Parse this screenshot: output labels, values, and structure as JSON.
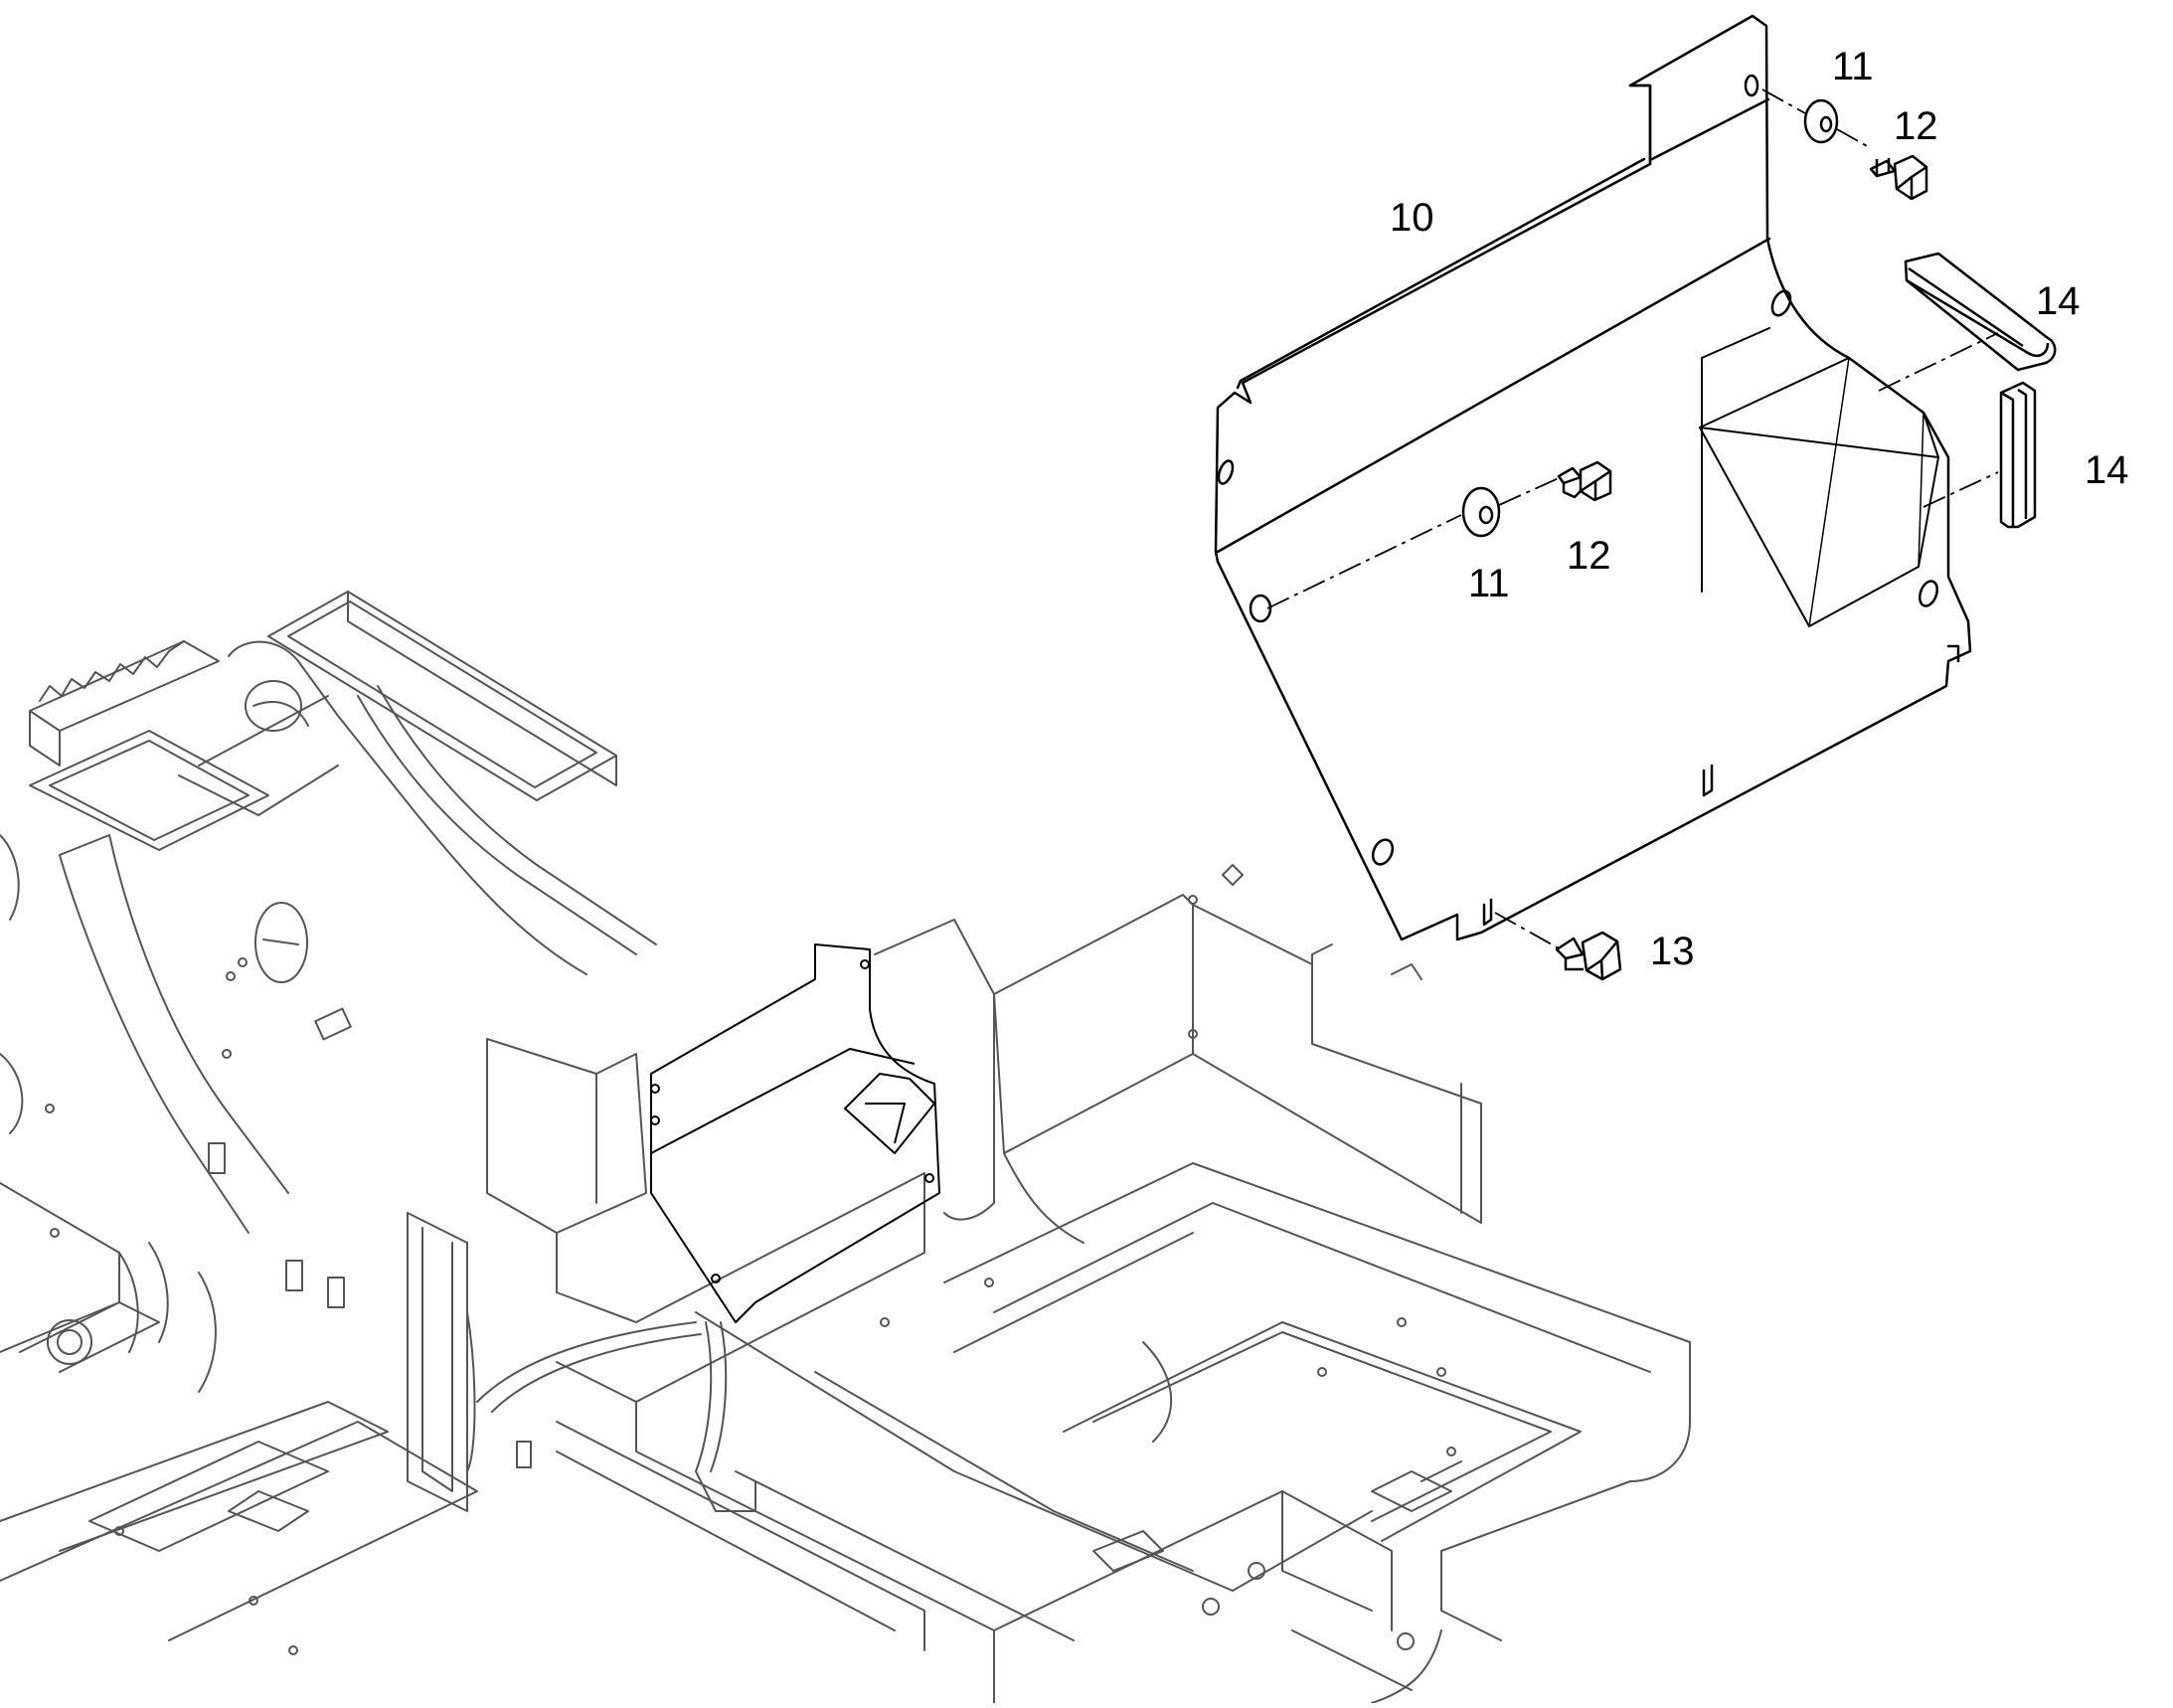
{
  "diagram": {
    "type": "exploded-parts-view",
    "colors": {
      "outline": "#000000",
      "frame": "#555555",
      "background": "#ffffff"
    },
    "callouts": [
      {
        "id": "callout-10",
        "label": "10"
      },
      {
        "id": "callout-11-top",
        "label": "11"
      },
      {
        "id": "callout-12-top",
        "label": "12"
      },
      {
        "id": "callout-11-mid",
        "label": "11"
      },
      {
        "id": "callout-12-mid",
        "label": "12"
      },
      {
        "id": "callout-13",
        "label": "13"
      },
      {
        "id": "callout-14-top",
        "label": "14"
      },
      {
        "id": "callout-14-side",
        "label": "14"
      }
    ]
  }
}
